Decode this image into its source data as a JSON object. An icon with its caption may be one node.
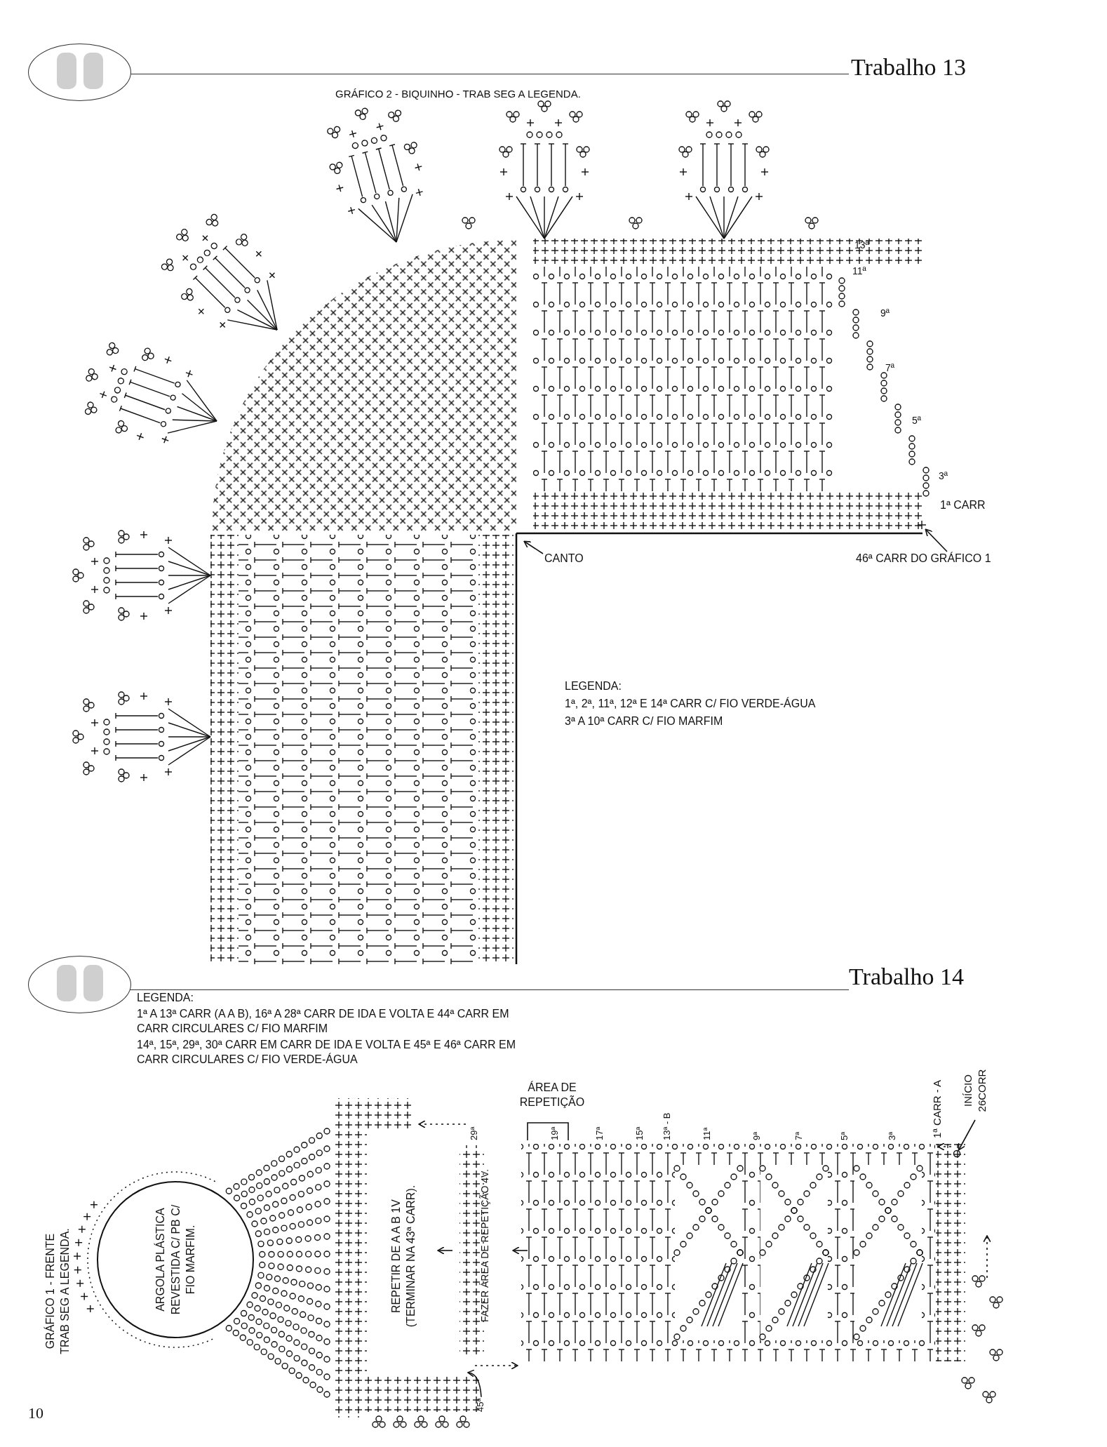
{
  "diagram": {
    "nodes": [
      {
        "text": [
          "CANTO"
        ]
      },
      {
        "text": [
          "46ª CARR DO GRÁFICO 1"
        ]
      },
      {
        "text": [
          "ARGOLA PLÁSTICA REVESTIDA C/ PB C/ FIO MARFIM."
        ]
      },
      {
        "text": [
          "INÍCIO 26CORR"
        ]
      },
      {
        "text": [
          "45ª"
        ]
      },
      {
        "text": [],
        "shape": "cross"
      },
      {
        "text": [],
        "shape": "circle"
      }
    ],
    "edges": [
      {
        "from": 0,
        "to": null,
        "arrow": "to"
      },
      {
        "from": 1,
        "to": 5,
        "arrow": "to"
      },
      {
        "from": 3,
        "to": 6,
        "arrow": "to"
      },
      {
        "from": 4,
        "to": null,
        "arrow": "to"
      }
    ],
    "labels": [
      "Trabalho 13",
      "GRÁFICO 2 - BIQUINHO - TRAB SEG A LEGENDA.",
      "13ª",
      "11ª",
      "9ª",
      "7ª",
      "5ª",
      "3ª",
      "1ª CARR",
      "LEGENDA:",
      "1ª, 2ª, 11ª, 12ª E 14ª CARR C/ FIO VERDE-ÁGUA",
      "3ª A 10ª CARR C/ FIO MARFIM",
      "Trabalho 14",
      "LEGENDA:",
      "1ª A 13ª CARR (A A B), 16ª A 28ª CARR DE IDA E VOLTA E 44ª CARR EM CARR CIRCULARES C/ FIO MARFIM",
      "14ª, 15ª, 29ª, 30ª CARR EM CARR DE IDA E VOLTA E 45ª E 46ª CARR EM CARR CIRCULARES C/ FIO VERDE-ÁGUA",
      "ÁREA DE REPETIÇÃO",
      "29ª",
      "19ª",
      "17ª",
      "15ª",
      "13ª - B",
      "11ª",
      "9ª",
      "7ª",
      "5ª",
      "3ª",
      "1ª CARR - A",
      "GRÁFICO 1 - FRENTE TRAB SEG A LEGENDA.",
      "REPETIR DE A A B 1V (TERMINAR NA 43ª CARR).",
      "FAZER ÁREA DE REPETIÇÃO 4V.",
      "10"
    ]
  }
}
